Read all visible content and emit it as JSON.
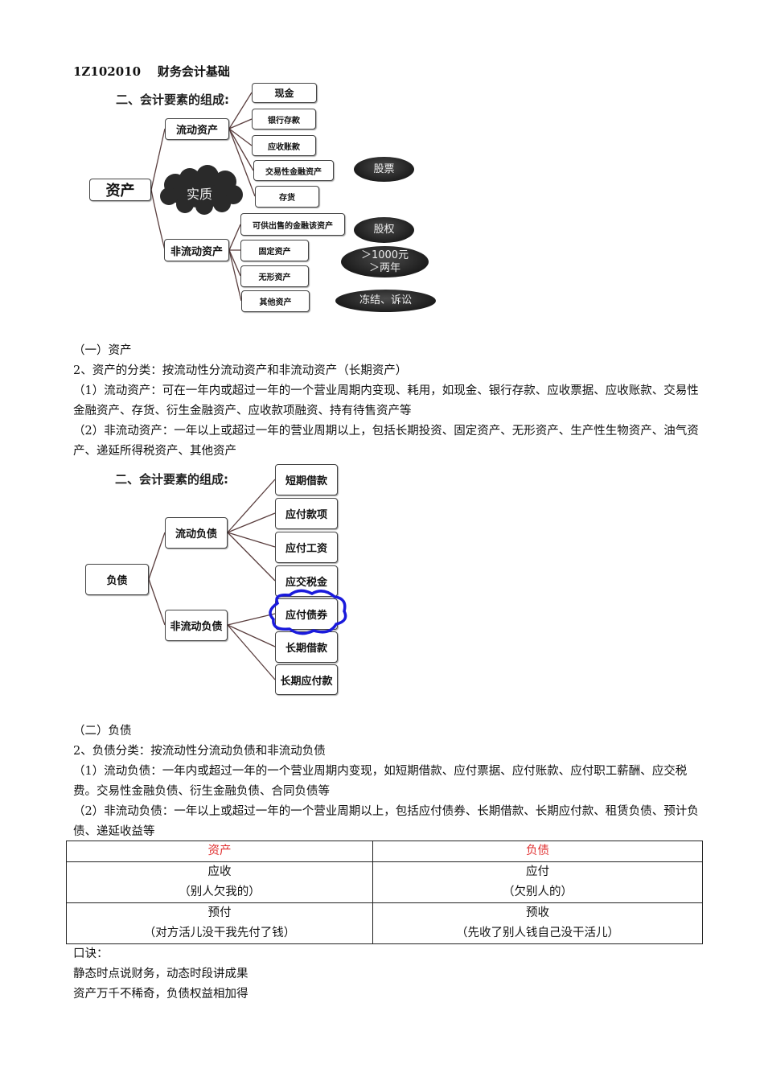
{
  "heading": {
    "code": "1Z102010",
    "title": "财务会计基础"
  },
  "diagram_assets": {
    "title": "二、会计要素的组成:",
    "root": "资产",
    "cloud": "实质",
    "current": {
      "label": "流动资产",
      "items": [
        "现金",
        "银行存款",
        "应收账款",
        "交易性金融资产",
        "存货"
      ]
    },
    "noncurrent": {
      "label": "非流动资产",
      "items": [
        "可供出售的金融该资产",
        "固定资产",
        "无形资产",
        "其他资产"
      ]
    },
    "notes": [
      "股票",
      "股权",
      "＞1000元",
      "＞两年",
      "冻结、诉讼"
    ]
  },
  "section_assets": {
    "heading": "（一）资产",
    "lines": [
      "2、资产的分类：按流动性分流动资产和非流动资产（长期资产）",
      "（1）流动资产：可在一年内或超过一年的一个营业周期内变现、耗用，如现金、银行存款、应收票据、应收账款、交易性金融资产、存货、衍生金融资产、应收款项融资、持有待售资产等",
      "（2）非流动资产：一年以上或超过一年的营业周期以上，包括长期投资、固定资产、无形资产、生产性生物资产、油气资产、递延所得税资产、其他资产"
    ]
  },
  "diagram_liabilities": {
    "title": "二、会计要素的组成:",
    "root": "负债",
    "current": {
      "label": "流动负债",
      "items": [
        "短期借款",
        "应付款项",
        "应付工资",
        "应交税金"
      ]
    },
    "noncurrent": {
      "label": "非流动负债",
      "items": [
        "应付债券",
        "长期借款",
        "长期应付款"
      ]
    },
    "highlight_color": "#1a1adc"
  },
  "section_liabilities": {
    "heading": "（二）负债",
    "lines": [
      "2、负债分类：按流动性分流动负债和非流动负债",
      "（1）流动负债：一年内或超过一年的一个营业周期内变现，如短期借款、应付票据、应付账款、应付职工薪酬、应交税费。交易性金融负债、衍生金融负债、合同负债等",
      "（2）非流动负债：一年以上或超过一年的一个营业周期以上，包括应付债券、长期借款、长期应付款、租赁负债、预计负债、递延收益等"
    ]
  },
  "comparison_table": {
    "headers": [
      "资产",
      "负债"
    ],
    "header_color": "#e03030",
    "rows": [
      [
        {
          "main": "应收",
          "note": "（别人欠我的）"
        },
        {
          "main": "应付",
          "note": "（欠别人的）"
        }
      ],
      [
        {
          "main": "预付",
          "note": "（对方活儿没干我先付了钱）"
        },
        {
          "main": "预收",
          "note": "（先收了别人钱自己没干活儿）"
        }
      ]
    ]
  },
  "mnemonic": {
    "label": "口诀：",
    "lines": [
      "静态时点说财务，动态时段讲成果",
      "资产万千不稀奇，负债权益相加得"
    ]
  }
}
